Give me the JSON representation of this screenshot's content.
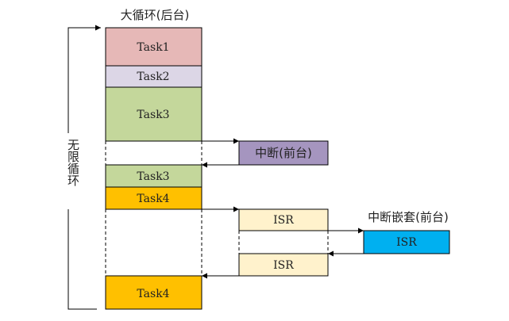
{
  "title": "大循环(后台)",
  "loop_label": "无限循环",
  "nested_label": "中断嵌套(前台)",
  "blocks": {
    "task1": "Task1",
    "task2": "Task2",
    "task3a": "Task3",
    "interrupt": "中断(前台)",
    "task3b": "Task3",
    "task4a": "Task4",
    "isr1": "ISR",
    "isr_nested": "ISR",
    "isr2": "ISR",
    "task4b": "Task4"
  },
  "colors": {
    "task1": "#e6b8b7",
    "task2": "#dcd6e6",
    "task3": "#c4d79b",
    "task4": "#ffc000",
    "interrupt": "#a595bf",
    "isr": "#fff2cc",
    "isr_nested": "#00b0f0"
  }
}
